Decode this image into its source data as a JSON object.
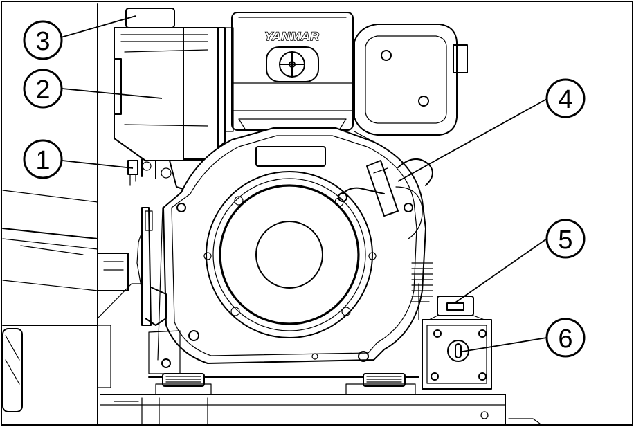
{
  "figure": {
    "brand_text": "YANMAR"
  },
  "callouts": [
    {
      "number": "1"
    },
    {
      "number": "2"
    },
    {
      "number": "3"
    },
    {
      "number": "4"
    },
    {
      "number": "5"
    },
    {
      "number": "6"
    }
  ]
}
